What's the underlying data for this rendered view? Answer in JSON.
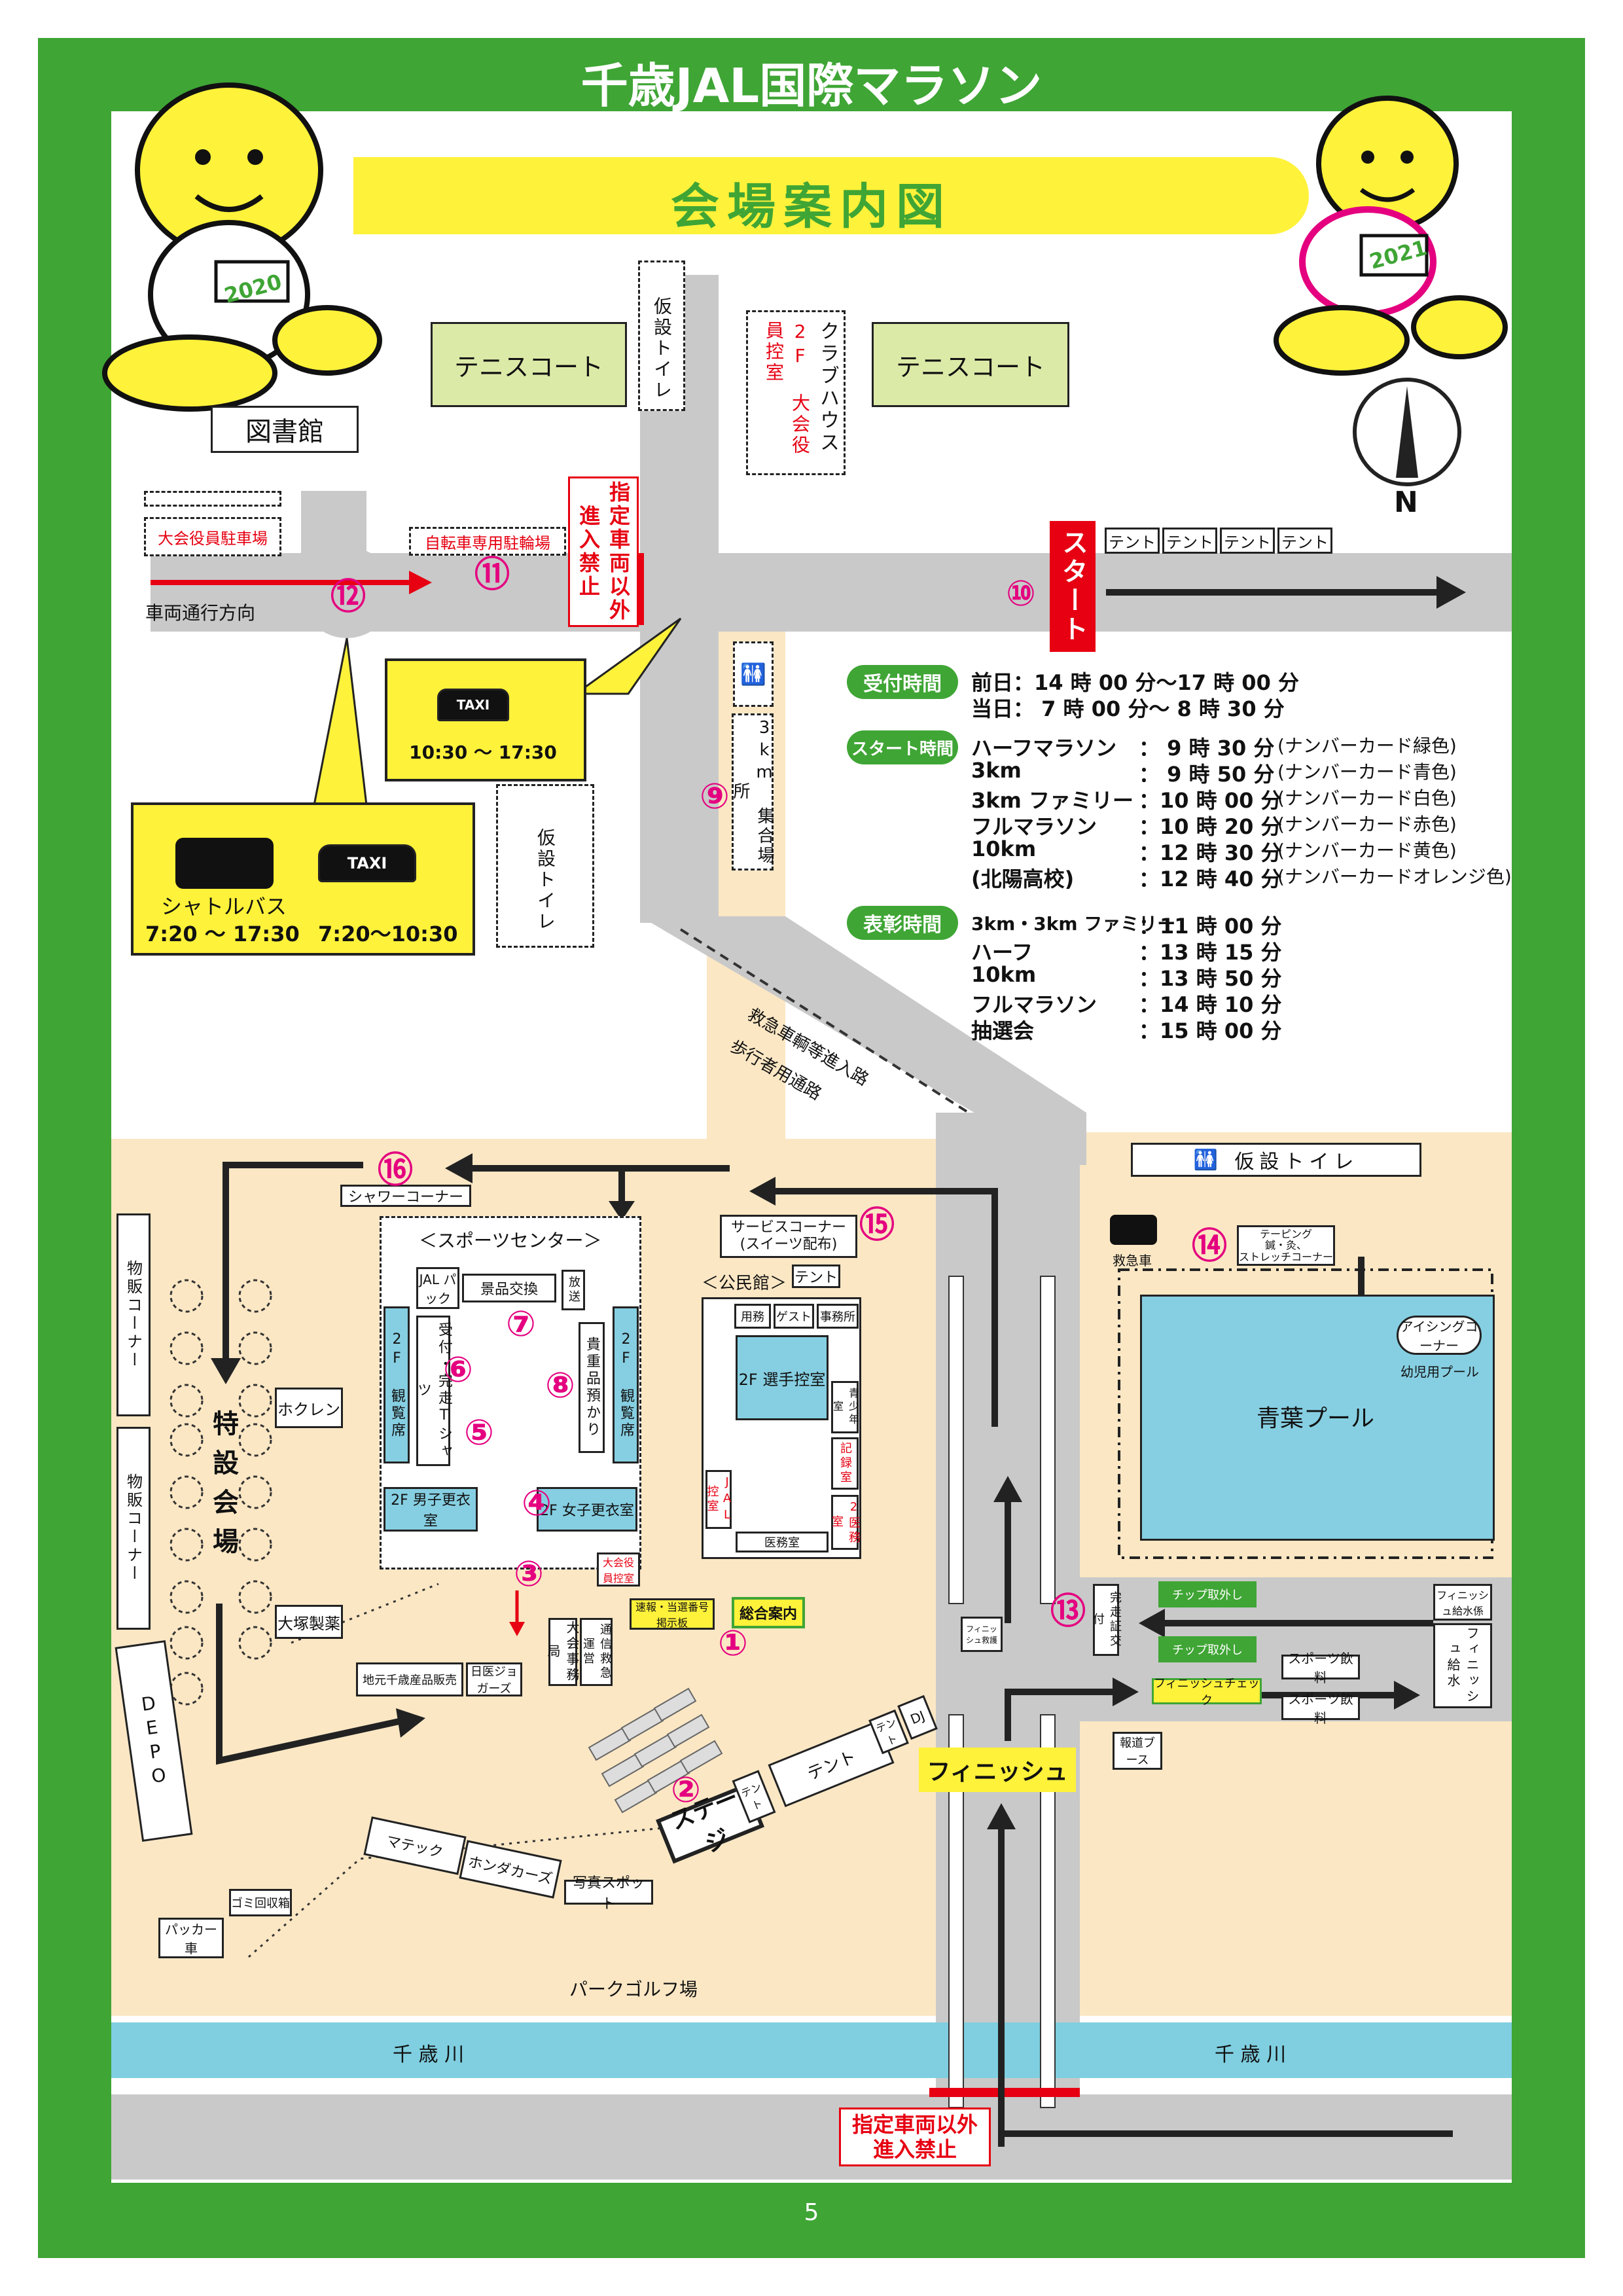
{
  "header": {
    "title": "千歳JAL国際マラソン",
    "subtitle": "会場案内図",
    "page_number": "5"
  },
  "mascots": [
    {
      "bib": "2020"
    },
    {
      "bib": "2021"
    }
  ],
  "north_label": "N",
  "colors": {
    "frame_green": "#3fa535",
    "road_gray": "#c9c9c9",
    "sand": "#fbe7c4",
    "river_blue": "#7fcfe0",
    "pool_blue": "#86cfe2",
    "accent_red": "#e60012",
    "accent_pink": "#e4007f",
    "taxi_yellow": "#fff23a"
  },
  "buildings": {
    "tennis_left": "テニスコート",
    "tennis_right": "テニスコート",
    "library": "図書館",
    "club_house": "クラブハウス",
    "club_house_2f": "2F 大会役員控室",
    "temp_toilet": "仮設トイレ",
    "officials_parking": "大会役員駐車場",
    "bicycle_parking": "自転車専用駐輪場",
    "no_entry": "指定車両以外進入禁止",
    "vehicle_direction": "車両通行方向",
    "start": "スタート",
    "tents_top": [
      "テント",
      "テント",
      "テント",
      "テント"
    ],
    "assembly_3km": "3km 集合場所",
    "emergency_route": "救急車輌等進入路",
    "pedestrian_route": "歩行者用通路"
  },
  "transport": {
    "taxi_label": "TAXI",
    "taxi_hours": "10:30 ～ 17:30",
    "shuttle_label": "シャトルバス",
    "shuttle_hours": "7:20 ～ 17:30",
    "taxi2_hours": "7:20～10:30"
  },
  "schedule": {
    "reception_label": "受付時間",
    "reception": [
      "前日：14 時 00 分～17 時 00 分",
      "当日：  7 時 00 分～  8 時 30 分"
    ],
    "start_label": "スタート時間",
    "start_rows": [
      {
        "race": "ハーフマラソン",
        "time": "：  9 時 30 分",
        "note": "(ナンバーカード緑色)"
      },
      {
        "race": "3km",
        "time": "：  9 時 50 分",
        "note": "(ナンバーカード青色)"
      },
      {
        "race": "3km ファミリー",
        "time": "：10 時 00 分",
        "note": "(ナンバーカード白色)"
      },
      {
        "race": "フルマラソン",
        "time": "：10 時 20 分",
        "note": "(ナンバーカード赤色)"
      },
      {
        "race": "10km",
        "time": "：12 時 30 分",
        "note": "(ナンバーカード黄色)"
      },
      {
        "race": "(北陽高校)",
        "time": "：12 時 40 分",
        "note": "(ナンバーカードオレンジ色)"
      }
    ],
    "award_label": "表彰時間",
    "award_rows": [
      {
        "race": "3km・3km ファミリー",
        "time": "：11 時 00 分"
      },
      {
        "race": "ハーフ",
        "time": "：13 時 15 分"
      },
      {
        "race": "10km",
        "time": "：13 時 50 分"
      },
      {
        "race": "フルマラソン",
        "time": "：14 時 10 分"
      },
      {
        "race": "抽選会",
        "time": "：15 時 00 分"
      }
    ]
  },
  "venue": {
    "shower_corner": "シャワーコーナー",
    "sports_center": "＜スポーツセンター＞",
    "service_corner": "サービスコーナー\n(スイーツ配布)",
    "community_hall": "＜公民館＞",
    "tent": "テント",
    "jal_pack": "JAL パック",
    "prize_exchange": "景品交換",
    "broadcast": "放送",
    "reception_tshirt": "受付・完走Tシャツ",
    "valuables": "貴重品預かり",
    "spectator_seats": "2F 観覧席",
    "mens_locker": "2F 男子更衣室",
    "womens_locker": "2F 女子更衣室",
    "officials_room": "大会役員控室",
    "result_board": "速報・当選番号掲示板",
    "general_info": "総合案内",
    "hq": "大会事務局",
    "comm_ems": "通信救急運営",
    "local_products": "地元千歳産品販売",
    "nichii": "日医ジョガーズ",
    "goods_corner": "物販コーナー",
    "special_venue": "特設会場",
    "hokuren": "ホクレン",
    "otsuka": "大塚製薬",
    "depo": "DEPO",
    "garbage": "ゴミ回収箱",
    "packer": "パッカー車",
    "stage": "ステージ",
    "tents_stage": [
      "テント",
      "テント",
      "テント"
    ],
    "dj": "DJ",
    "matec": "マテック",
    "honda": "ホンダカーズ",
    "photo_spot": "写真スポット",
    "park_golf": "パークゴルフ場",
    "hall_rooms": [
      "用務",
      "ゲスト",
      "事務所"
    ],
    "athlete_room": "2F 選手控室",
    "youth_room": "青少年室",
    "records_room": "記録室",
    "jal_room": "JAL控室",
    "medical_room": "医務室",
    "second_medical": "2医務室",
    "finish": "フィニッシュ",
    "finish_rescue": "フィニッシュ救護",
    "completion_issue": "完走証交付",
    "chip_removal": "チップ取外し",
    "finish_check": "フィニッシュチェック",
    "sports_drink": "スポーツ飲料",
    "finish_water_staff": "フィニッシュ給水係",
    "finish_water": "フィニッシュ給水",
    "press_booth": "報道ブース",
    "temp_toilet_right": "仮設トイレ",
    "ambulance": "救急車",
    "taping": "テーピング\n鍼・灸、\nストレッチコーナー",
    "icing": "アイシングコーナー",
    "kids_pool": "幼児用プール",
    "aoba_pool": "青葉プール",
    "river": "千  歳  川",
    "river2": "千  歳  川",
    "no_entry_bottom": "指定車両以外\n進入禁止"
  },
  "markers": [
    "①",
    "②",
    "③",
    "④",
    "⑤",
    "⑥",
    "⑦",
    "⑧",
    "⑨",
    "⑩",
    "⑪",
    "⑫",
    "⑬",
    "⑭",
    "⑮",
    "⑯"
  ]
}
